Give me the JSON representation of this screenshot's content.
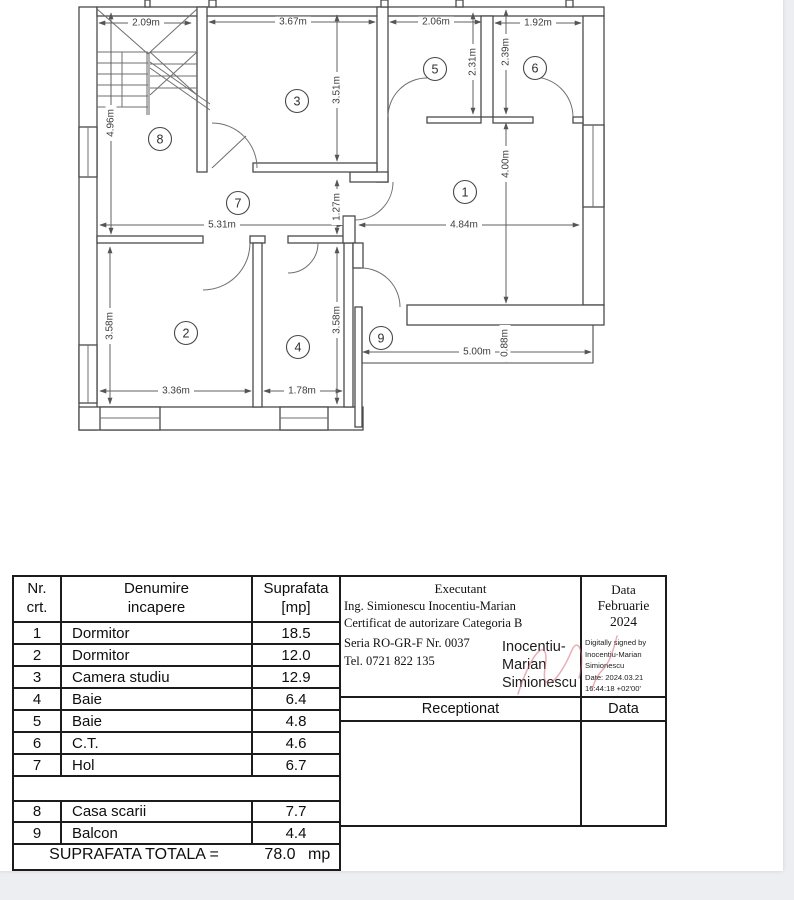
{
  "plan": {
    "rooms": [
      {
        "n": "1"
      },
      {
        "n": "2"
      },
      {
        "n": "3"
      },
      {
        "n": "4"
      },
      {
        "n": "5"
      },
      {
        "n": "6"
      },
      {
        "n": "7"
      },
      {
        "n": "8"
      },
      {
        "n": "9"
      }
    ],
    "dims": [
      {
        "label": "2.09m"
      },
      {
        "label": "3.67m"
      },
      {
        "label": "2.06m"
      },
      {
        "label": "1.92m"
      },
      {
        "label": "4.96m"
      },
      {
        "label": "3.51m"
      },
      {
        "label": "2.31m"
      },
      {
        "label": "2.39m"
      },
      {
        "label": "4.00m"
      },
      {
        "label": "1.27m"
      },
      {
        "label": "5.31m"
      },
      {
        "label": "4.84m"
      },
      {
        "label": "3.58m"
      },
      {
        "label": "3.58m"
      },
      {
        "label": "3.36m"
      },
      {
        "label": "1.78m"
      },
      {
        "label": "5.00m"
      },
      {
        "label": "0.88m"
      }
    ]
  },
  "table": {
    "header": {
      "col1": "Nr.\ncrt.",
      "col2": "Denumire\nincapere",
      "col3": "Suprafata\n[mp]"
    },
    "rows": [
      {
        "nr": "1",
        "name": "Dormitor",
        "area": "18.5"
      },
      {
        "nr": "2",
        "name": "Dormitor",
        "area": "12.0"
      },
      {
        "nr": "3",
        "name": "Camera studiu",
        "area": "12.9"
      },
      {
        "nr": "4",
        "name": "Baie",
        "area": "6.4"
      },
      {
        "nr": "5",
        "name": "Baie",
        "area": "4.8"
      },
      {
        "nr": "6",
        "name": "C.T.",
        "area": "4.6"
      },
      {
        "nr": "7",
        "name": "Hol",
        "area": "6.7"
      },
      {
        "nr": "8",
        "name": "Casa scarii",
        "area": "7.7"
      },
      {
        "nr": "9",
        "name": "Balcon",
        "area": "4.4"
      }
    ],
    "total": {
      "label": "SUPRAFATA TOTALA =",
      "value": "78.0",
      "unit": "mp"
    }
  },
  "executant": {
    "title": "Executant",
    "lines": [
      "Ing. Simionescu Inocentiu-Marian",
      "Certificat de autorizare Categoria B",
      "Seria RO-GR-F Nr. 0037",
      "Tel. 0721 822 135"
    ],
    "signature_name": "Inocentiu-\nMarian\nSimionescu",
    "digital_note": "Digitally signed by\nInocentiu-Marian\nSimionescu\nDate: 2024.03.21\n16:44:18 +02'00'",
    "data_header": "Data",
    "data_value": "Februarie\n2024",
    "receptionat_label": "Receptionat",
    "data_label": "Data"
  },
  "colors": {
    "page": "#ffffff",
    "surround": "#eceef2",
    "line": "#1c1c1c",
    "signature_red": "#d06070"
  }
}
